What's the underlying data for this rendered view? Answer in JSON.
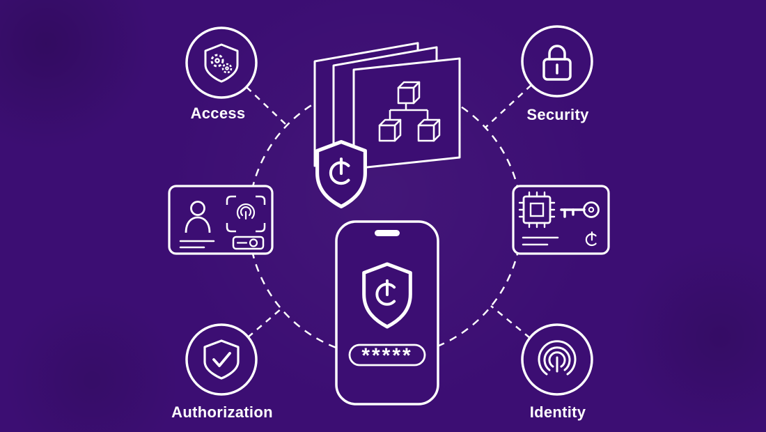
{
  "theme": {
    "background_color": "#3c0e73",
    "line_color": "#ffffff",
    "text_color": "#ffffff"
  },
  "nodes": [
    {
      "id": "access",
      "label": "Access",
      "icon": "shield-gear-icon",
      "position": "top-left"
    },
    {
      "id": "security",
      "label": "Security",
      "icon": "padlock-icon",
      "position": "top-right"
    },
    {
      "id": "authorization",
      "label": "Authorization",
      "icon": "shield-check-icon",
      "position": "bottom-left"
    },
    {
      "id": "identity",
      "label": "Identity",
      "icon": "fingerprint-icon",
      "position": "bottom-right"
    }
  ],
  "center": {
    "icons": [
      "blockchain-files-icon",
      "brand-shield-icon",
      "smartphone-passcode-icon"
    ],
    "orbit": "dashed-circle"
  },
  "side_cards": {
    "left_icon": "id-card-fingerprint-icon",
    "right_icon": "chip-key-card-icon"
  },
  "phone": {
    "password_mask": "*****"
  }
}
